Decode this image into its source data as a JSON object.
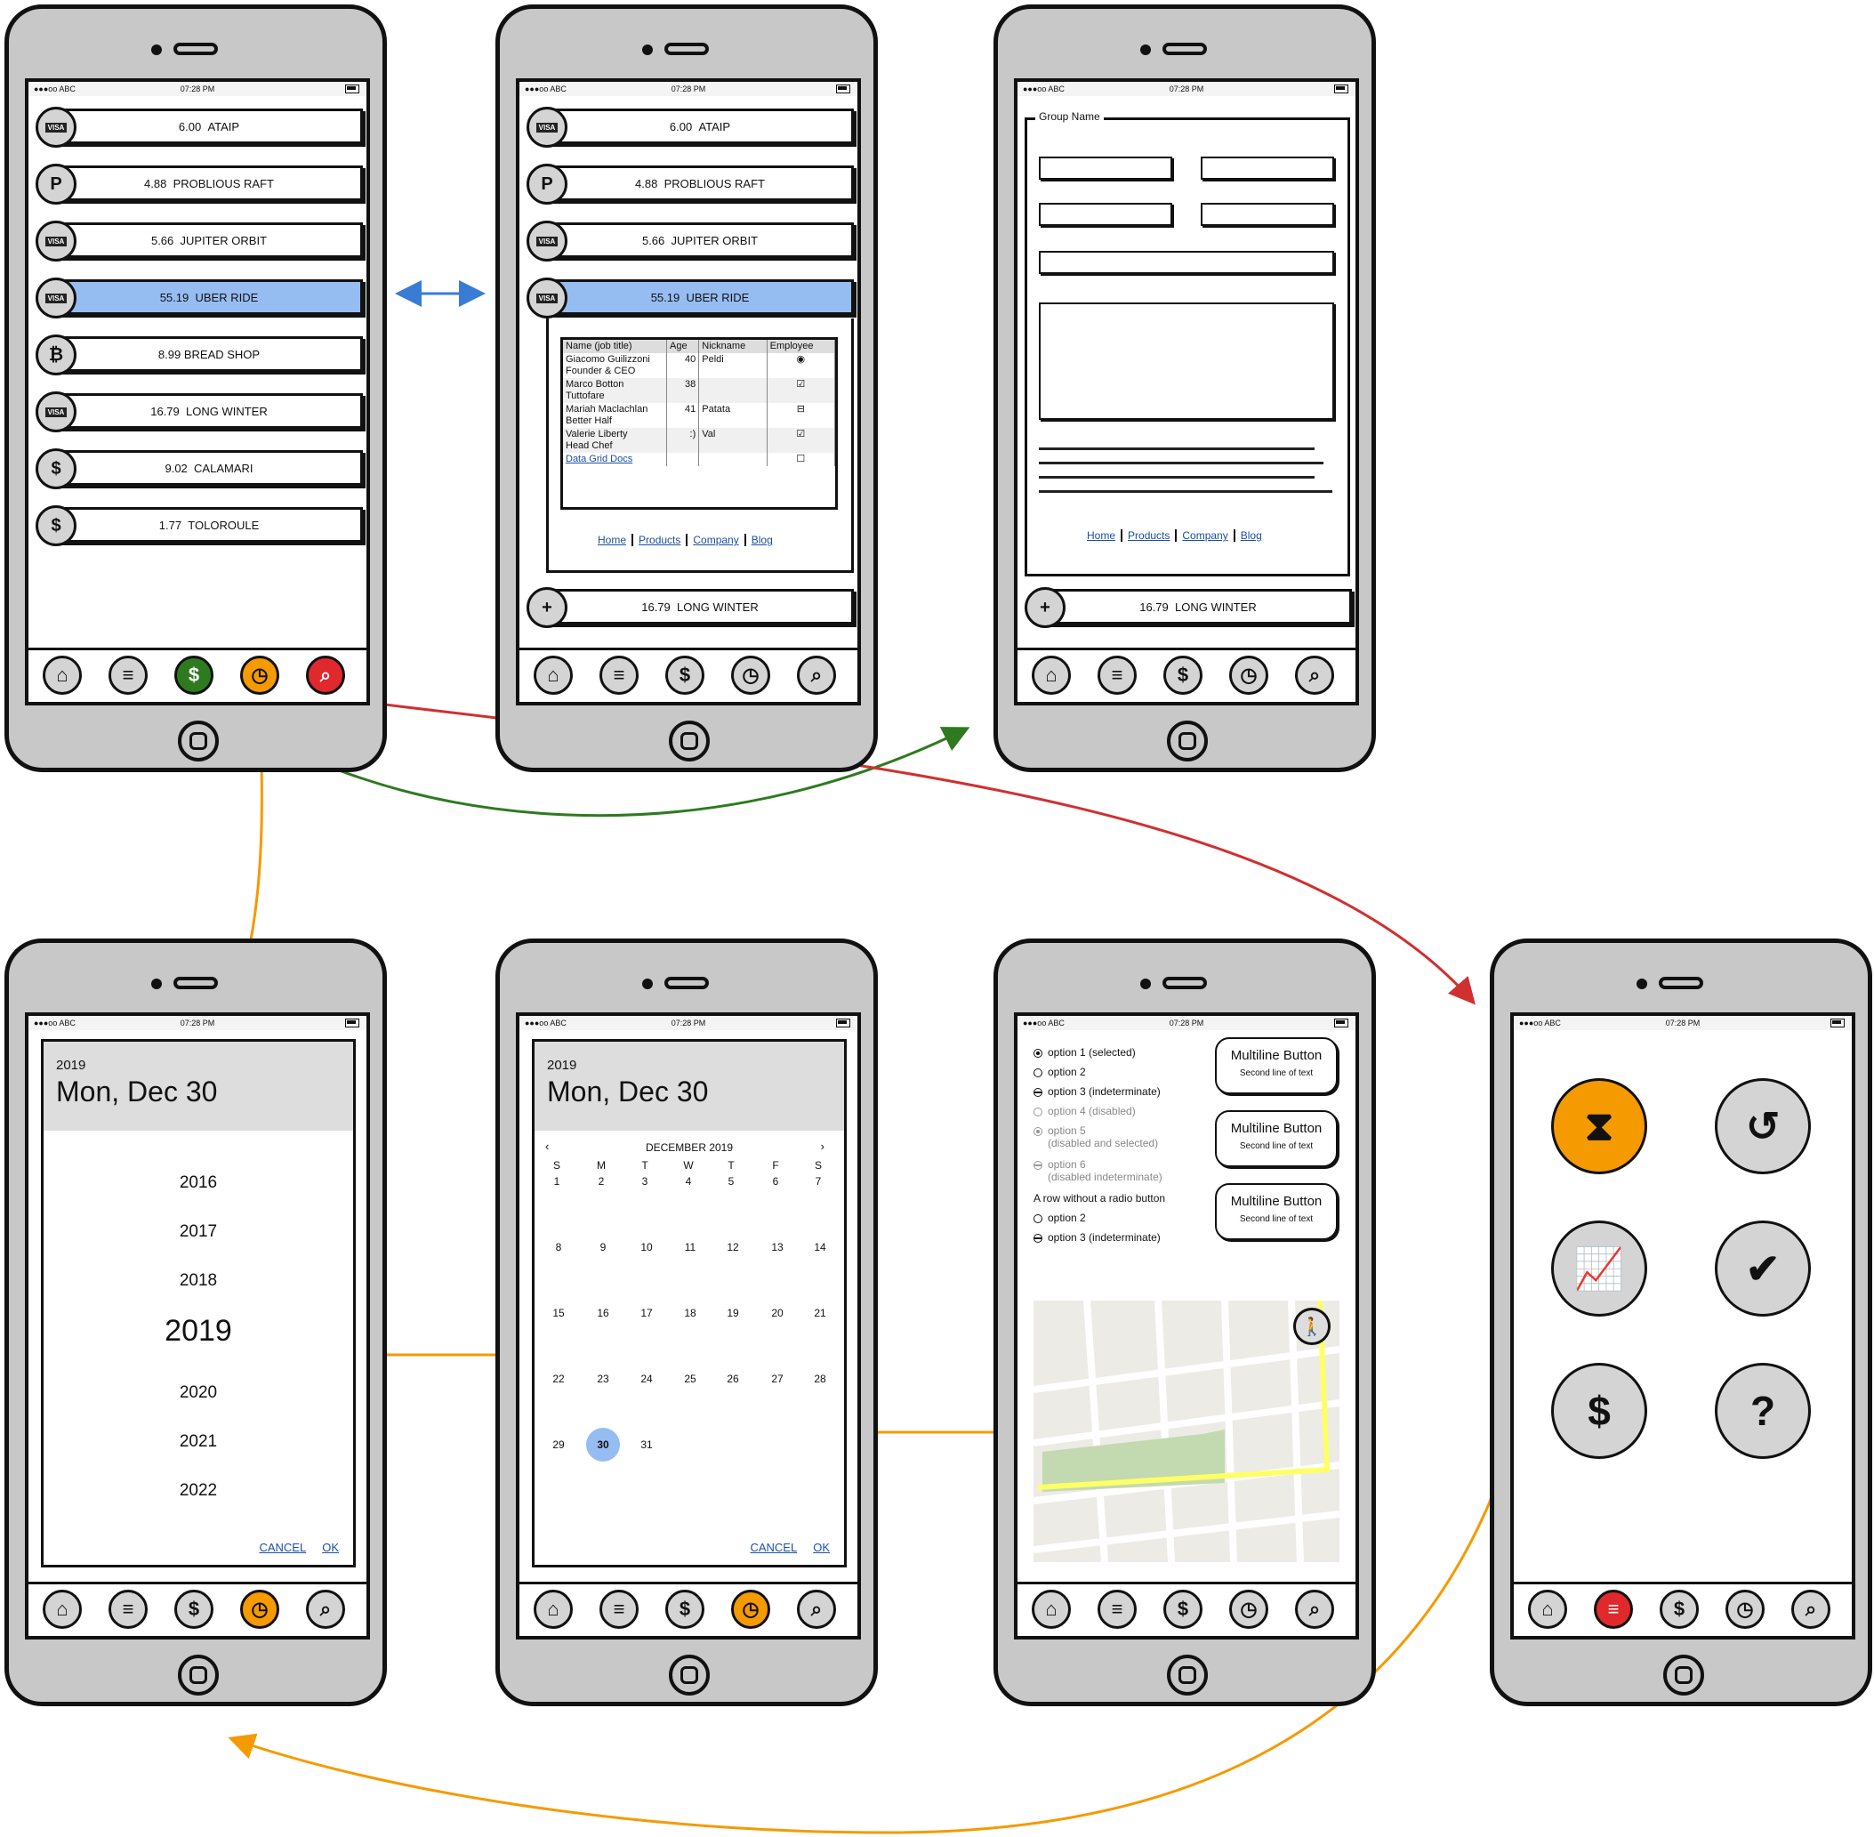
{
  "status": {
    "carrier": "●●●oo ABC",
    "time": "07:28 PM"
  },
  "transactions": [
    {
      "icon": "VISA",
      "amount": "6.00",
      "name": "ATAIP"
    },
    {
      "icon": "P",
      "amount": "4.88",
      "name": "PROBLIOUS RAFT"
    },
    {
      "icon": "VISA",
      "amount": "5.66",
      "name": "JUPITER ORBIT"
    },
    {
      "icon": "VISA",
      "amount": "55.19",
      "name": "UBER RIDE"
    },
    {
      "icon": "₿",
      "amount": "8.99",
      "name": "BREAD SHOP"
    },
    {
      "icon": "VISA",
      "amount": "16.79",
      "name": "LONG WINTER"
    },
    {
      "icon": "$",
      "amount": "9.02",
      "name": "CALAMARI"
    },
    {
      "icon": "$",
      "amount": "1.77",
      "name": "TOLOROULE"
    }
  ],
  "grid": {
    "headers": [
      "Name\n(job title)",
      "Age",
      "Nickname",
      "Employee"
    ],
    "rows": [
      {
        "name": "Giacomo Guilizzoni",
        "title": "Founder & CEO",
        "age": "40",
        "nick": "Peldi",
        "emp": "◉"
      },
      {
        "name": "Marco Botton",
        "title": "Tuttofare",
        "age": "38",
        "nick": "",
        "emp": "☑"
      },
      {
        "name": "Mariah Maclachlan",
        "title": "Better Half",
        "age": "41",
        "nick": "Patata",
        "emp": "⊟"
      },
      {
        "name": "Valerie Liberty",
        "title": "Head Chef",
        "age": ":)",
        "nick": "Val",
        "emp": "☑"
      }
    ],
    "docs_link": "Data Grid Docs"
  },
  "links": [
    "Home",
    "Products",
    "Company",
    "Blog"
  ],
  "add_row": {
    "amount": "16.79",
    "name": "LONG WINTER"
  },
  "form": {
    "group_name": "Group Name"
  },
  "datepicker": {
    "year": "2019",
    "date": "Mon, Dec 30",
    "years": [
      "2016",
      "2017",
      "2018",
      "2019",
      "2020",
      "2021",
      "2022"
    ],
    "cancel": "CANCEL",
    "ok": "OK",
    "month": "DECEMBER 2019",
    "weekdays": [
      "S",
      "M",
      "T",
      "W",
      "T",
      "F",
      "S"
    ],
    "weeks": [
      [
        "1",
        "2",
        "3",
        "4",
        "5",
        "6",
        "7"
      ],
      [
        "8",
        "9",
        "10",
        "11",
        "12",
        "13",
        "14"
      ],
      [
        "15",
        "16",
        "17",
        "18",
        "19",
        "20",
        "21"
      ],
      [
        "22",
        "23",
        "24",
        "25",
        "26",
        "27",
        "28"
      ],
      [
        "29",
        "30",
        "31",
        "",
        "",
        "",
        ""
      ]
    ],
    "selected_day": "30"
  },
  "radios": [
    {
      "label": "option 1 (selected)",
      "state": "selected"
    },
    {
      "label": "option 2",
      "state": "empty"
    },
    {
      "label": "option 3 (indeterminate)",
      "state": "indeterminate"
    },
    {
      "label": "option 4 (disabled)",
      "state": "disabled"
    },
    {
      "label": "option 5",
      "sub": "(disabled and selected)",
      "state": "disabled-selected"
    },
    {
      "label": "option 6",
      "sub": "(disabled indeterminate)",
      "state": "disabled-indeterminate"
    }
  ],
  "radio_plain": "A row without a radio button",
  "radios2": [
    {
      "label": "option 2",
      "state": "empty"
    },
    {
      "label": "option 3 (indeterminate)",
      "state": "indeterminate"
    }
  ],
  "multiline": {
    "line1": "Multiline Button",
    "line2": "Second line of text"
  },
  "colors": {
    "selected_row": "#96bdf2",
    "green": "#2e7a1f",
    "orange": "#f59a00",
    "red": "#e0282d",
    "blue_arrow": "#3a7bd5",
    "map_park": "#c3d9b0",
    "map_route": "#ffff66"
  },
  "icons": [
    "home-icon",
    "list-icon",
    "dollar-icon",
    "clock-icon",
    "search-icon",
    "hourglass-icon",
    "history-icon",
    "chart-icon",
    "check-icon",
    "help-icon",
    "plus-icon",
    "person-icon"
  ]
}
